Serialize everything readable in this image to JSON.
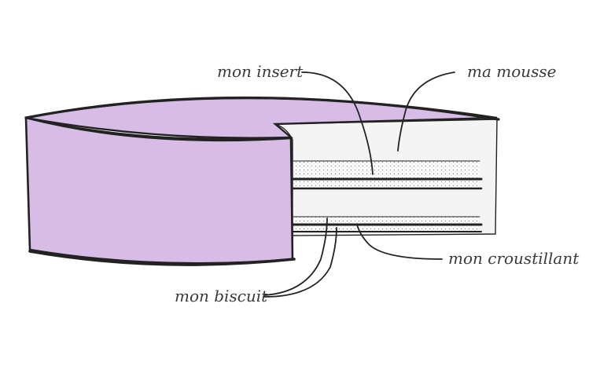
{
  "diagram": {
    "labels": {
      "insert": "mon insert",
      "mousse": "ma mousse",
      "croustillant": "mon croustillant",
      "biscuit": "mon biscuit"
    }
  },
  "colors": {
    "mousse_lilac": "#d7bde5",
    "inner_cut": "#f4f4f4",
    "ink": "#222222",
    "label": "#3a3a3a"
  }
}
